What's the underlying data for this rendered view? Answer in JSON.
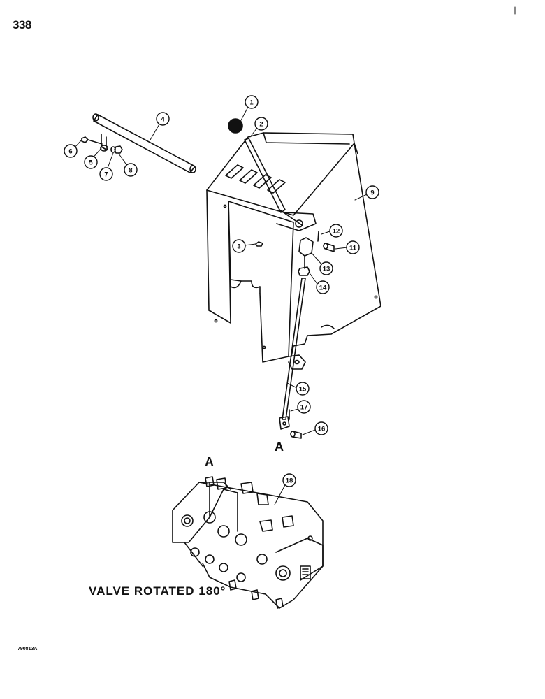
{
  "page_number": "338",
  "caption": "VALVE ROTATED 180°",
  "reference_code": "790813A",
  "view_markers": [
    "A",
    "A"
  ],
  "callouts": [
    "1",
    "2",
    "3",
    "4",
    "5",
    "6",
    "7",
    "8",
    "9",
    "11",
    "12",
    "13",
    "14",
    "15",
    "16",
    "17",
    "18"
  ]
}
